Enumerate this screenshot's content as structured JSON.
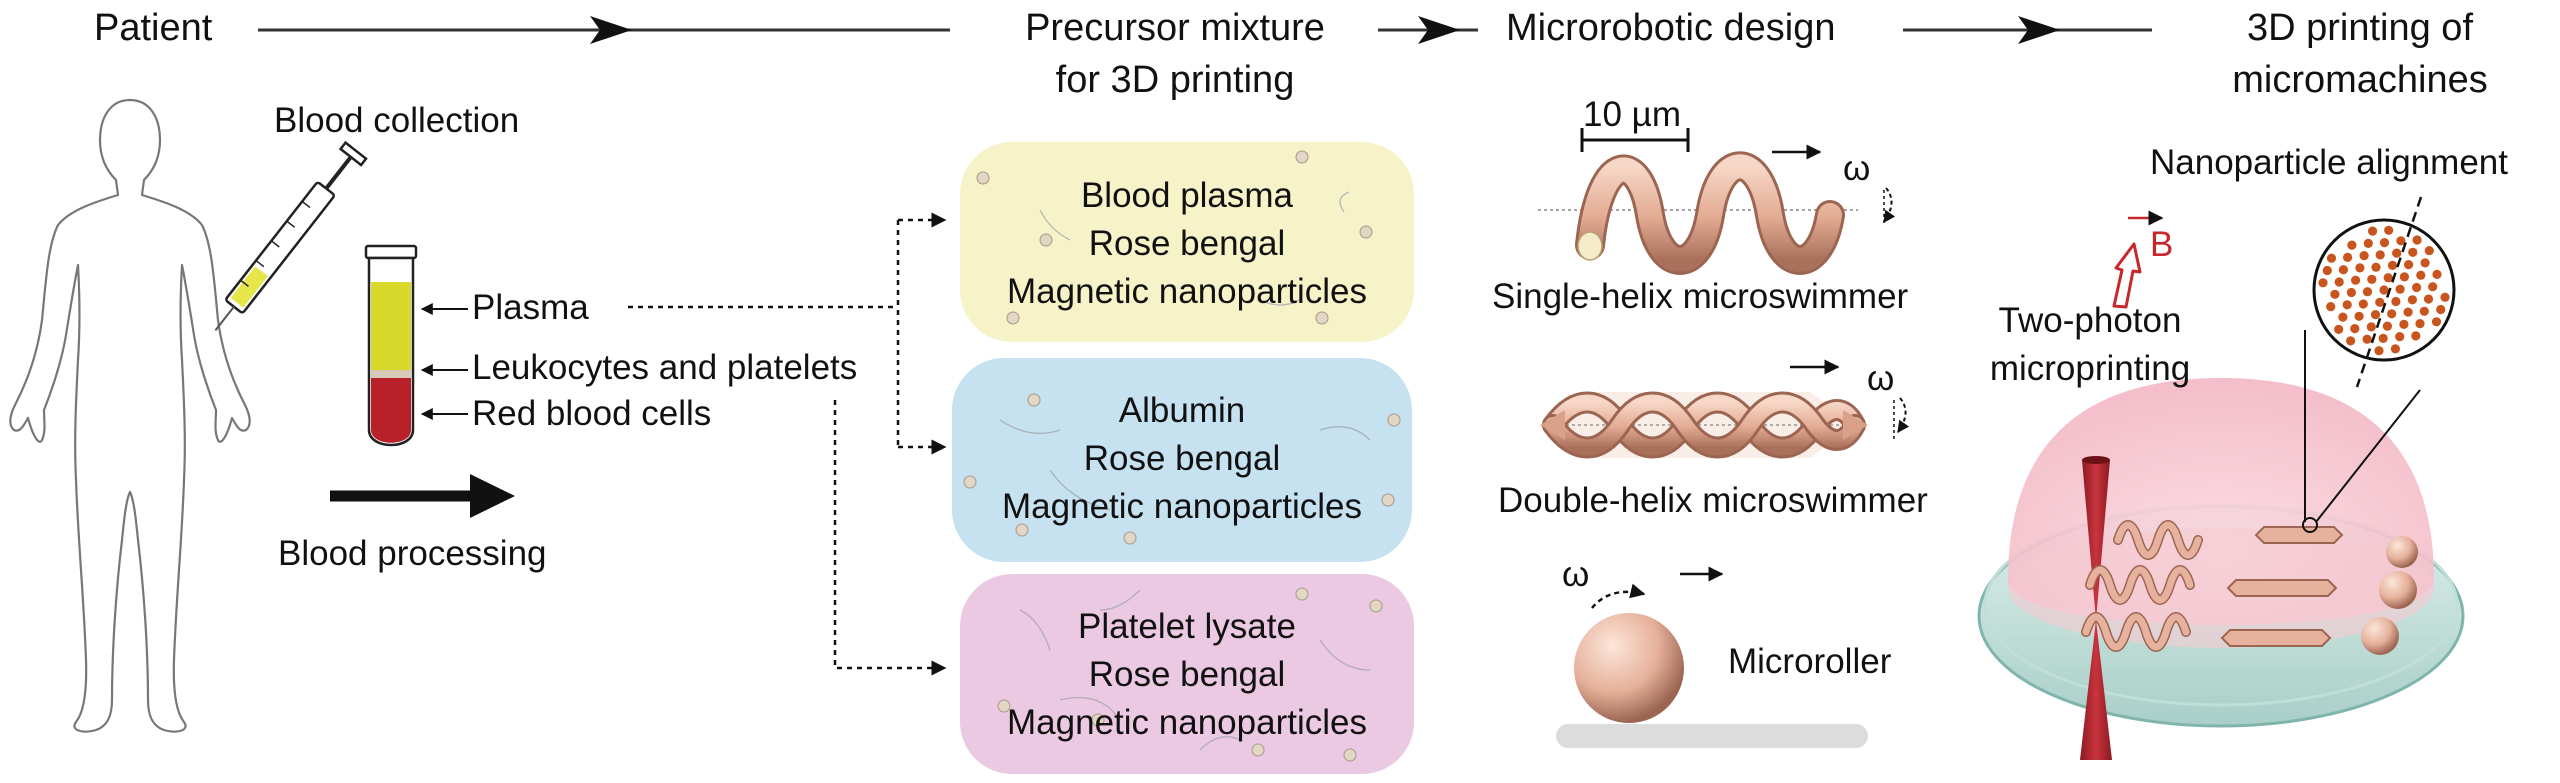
{
  "headers": {
    "patient": "Patient",
    "precursor_line1": "Precursor mixture",
    "precursor_line2": "for 3D printing",
    "design": "Microrobotic design",
    "printing_line1": "3D printing of",
    "printing_line2": "micromachines"
  },
  "patient_panel": {
    "blood_collection": "Blood collection",
    "plasma": "Plasma",
    "leukocytes": "Leukocytes and platelets",
    "rbc": "Red blood cells",
    "blood_processing": "Blood processing"
  },
  "mixtures": [
    {
      "line1": "Blood plasma",
      "line2": "Rose bengal",
      "line3": "Magnetic nanoparticles",
      "color": "#f6f3c8"
    },
    {
      "line1": "Albumin",
      "line2": "Rose bengal",
      "line3": "Magnetic nanoparticles",
      "color": "#c6e1f0"
    },
    {
      "line1": "Platelet lysate",
      "line2": "Rose bengal",
      "line3": "Magnetic nanoparticles",
      "color": "#ecc9e2"
    }
  ],
  "design": {
    "scale_bar": "10 µm",
    "omega": "ω",
    "single_helix": "Single-helix microswimmer",
    "double_helix": "Double-helix microswimmer",
    "microroller": "Microroller"
  },
  "printing": {
    "nanoparticle_alignment": "Nanoparticle alignment",
    "field_label": "B",
    "two_photon_line1": "Two-photon",
    "two_photon_line2": "microprinting"
  },
  "colors": {
    "robot": "#e9b9a3",
    "robot_dark": "#b9806a",
    "nanoparticle": "#c8541e",
    "field": "#c8282c",
    "plasma_yellow": "#d9d92b",
    "blood_red": "#b8202a"
  }
}
